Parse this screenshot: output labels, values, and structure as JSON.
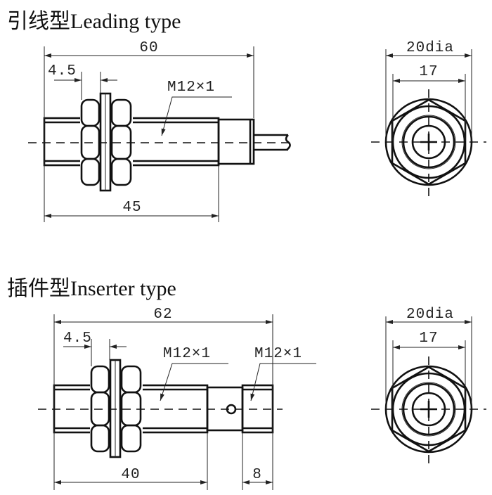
{
  "sections": [
    {
      "title": "引线型Leading type",
      "dims": {
        "overall": "60",
        "nut_offset": "4.5",
        "thread": "M12×1",
        "body": "45"
      },
      "end_view": {
        "outer": "20dia",
        "hex": "17"
      }
    },
    {
      "title": "插件型Inserter type",
      "dims": {
        "overall": "62",
        "nut_offset": "4.5",
        "thread": "M12×1",
        "connector_thread": "M12×1",
        "body": "40",
        "connector": "8"
      },
      "end_view": {
        "outer": "20dia",
        "hex": "17"
      }
    }
  ]
}
